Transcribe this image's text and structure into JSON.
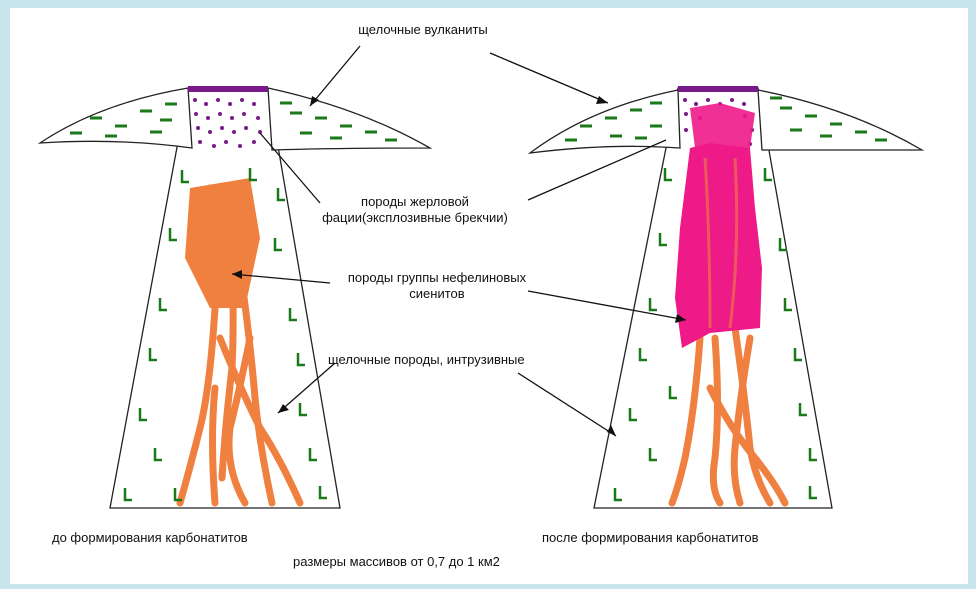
{
  "labels": {
    "volcanics": "щелочные вулканиты",
    "crater_facies": "породы жерловой фации(эксплозивные брекчии)",
    "carbonatite_group": "породы группы нефелиновых сиенитов",
    "intrusive": "щелочные породы, интрузивные",
    "caption_left": "до формирования карбонатитов",
    "caption_right": "после формирования карбонатитов",
    "caption_bottom": "размеры массивов от 0,7 до 1 км2"
  },
  "colors": {
    "background_frame": "#c8e4ec",
    "volcanic_fill": "#ffffff",
    "dash_mark": "#1a7a1a",
    "crater_dots": "#7a1a8a",
    "intrusive_veins": "#f08040",
    "carbonatite_body": "#ee1a88"
  },
  "icons": {
    "intrusive_mark": "L-glyph",
    "volcanic_mark": "dash"
  }
}
